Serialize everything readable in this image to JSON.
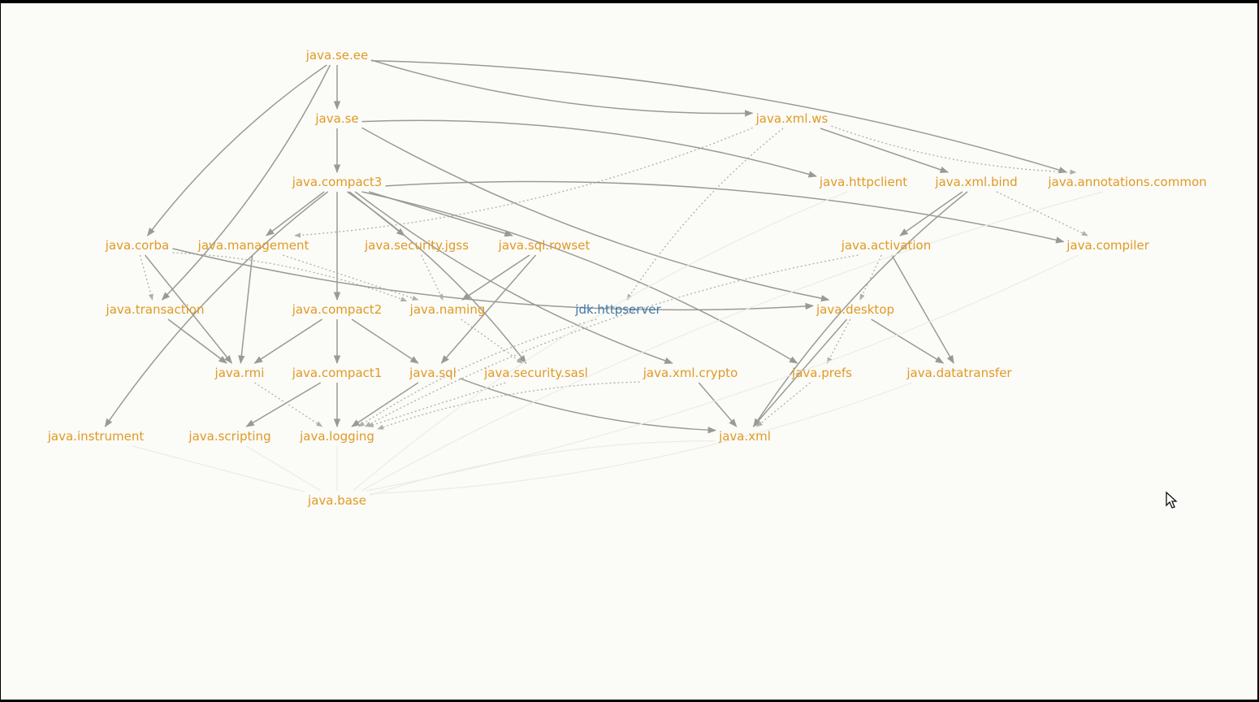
{
  "diagram": {
    "nodes": [
      {
        "id": "java.se.ee",
        "label": "java.se.ee",
        "kind": "java"
      },
      {
        "id": "java.se",
        "label": "java.se",
        "kind": "java"
      },
      {
        "id": "java.xml.ws",
        "label": "java.xml.ws",
        "kind": "java"
      },
      {
        "id": "java.compact3",
        "label": "java.compact3",
        "kind": "java"
      },
      {
        "id": "java.httpclient",
        "label": "java.httpclient",
        "kind": "java"
      },
      {
        "id": "java.xml.bind",
        "label": "java.xml.bind",
        "kind": "java"
      },
      {
        "id": "java.annotations.common",
        "label": "java.annotations.common",
        "kind": "java"
      },
      {
        "id": "java.corba",
        "label": "java.corba",
        "kind": "java"
      },
      {
        "id": "java.management",
        "label": "java.management",
        "kind": "java"
      },
      {
        "id": "java.security.jgss",
        "label": "java.security.jgss",
        "kind": "java"
      },
      {
        "id": "java.sql.rowset",
        "label": "java.sql.rowset",
        "kind": "java"
      },
      {
        "id": "java.activation",
        "label": "java.activation",
        "kind": "java"
      },
      {
        "id": "java.compiler",
        "label": "java.compiler",
        "kind": "java"
      },
      {
        "id": "java.transaction",
        "label": "java.transaction",
        "kind": "java"
      },
      {
        "id": "java.compact2",
        "label": "java.compact2",
        "kind": "java"
      },
      {
        "id": "java.naming",
        "label": "java.naming",
        "kind": "java"
      },
      {
        "id": "jdk.httpserver",
        "label": "jdk.httpserver",
        "kind": "jdk"
      },
      {
        "id": "java.desktop",
        "label": "java.desktop",
        "kind": "java"
      },
      {
        "id": "java.rmi",
        "label": "java.rmi",
        "kind": "java"
      },
      {
        "id": "java.compact1",
        "label": "java.compact1",
        "kind": "java"
      },
      {
        "id": "java.sql",
        "label": "java.sql",
        "kind": "java"
      },
      {
        "id": "java.security.sasl",
        "label": "java.security.sasl",
        "kind": "java"
      },
      {
        "id": "java.xml.crypto",
        "label": "java.xml.crypto",
        "kind": "java"
      },
      {
        "id": "java.prefs",
        "label": "java.prefs",
        "kind": "java"
      },
      {
        "id": "java.datatransfer",
        "label": "java.datatransfer",
        "kind": "java"
      },
      {
        "id": "java.instrument",
        "label": "java.instrument",
        "kind": "java"
      },
      {
        "id": "java.scripting",
        "label": "java.scripting",
        "kind": "java"
      },
      {
        "id": "java.logging",
        "label": "java.logging",
        "kind": "java"
      },
      {
        "id": "java.xml",
        "label": "java.xml",
        "kind": "java"
      },
      {
        "id": "java.base",
        "label": "java.base",
        "kind": "java"
      }
    ],
    "edges": [
      {
        "from": "java.se.ee",
        "to": "java.se",
        "style": "solid"
      },
      {
        "from": "java.se.ee",
        "to": "java.xml.ws",
        "style": "solid"
      },
      {
        "from": "java.se.ee",
        "to": "java.annotations.common",
        "style": "solid"
      },
      {
        "from": "java.se.ee",
        "to": "java.corba",
        "style": "solid"
      },
      {
        "from": "java.se.ee",
        "to": "java.transaction",
        "style": "solid"
      },
      {
        "from": "java.se",
        "to": "java.compact3",
        "style": "solid"
      },
      {
        "from": "java.se",
        "to": "java.httpclient",
        "style": "solid"
      },
      {
        "from": "java.se",
        "to": "java.desktop",
        "style": "solid"
      },
      {
        "from": "java.xml.ws",
        "to": "java.xml.bind",
        "style": "solid"
      },
      {
        "from": "java.xml.ws",
        "to": "java.annotations.common",
        "style": "dotted"
      },
      {
        "from": "java.xml.ws",
        "to": "java.management",
        "style": "dotted"
      },
      {
        "from": "java.xml.ws",
        "to": "jdk.httpserver",
        "style": "dotted"
      },
      {
        "from": "java.compact3",
        "to": "java.management",
        "style": "solid"
      },
      {
        "from": "java.compact3",
        "to": "java.security.jgss",
        "style": "solid"
      },
      {
        "from": "java.compact3",
        "to": "java.sql.rowset",
        "style": "solid"
      },
      {
        "from": "java.compact3",
        "to": "java.compact2",
        "style": "solid"
      },
      {
        "from": "java.compact3",
        "to": "java.compiler",
        "style": "solid"
      },
      {
        "from": "java.compact3",
        "to": "java.instrument",
        "style": "solid"
      },
      {
        "from": "java.compact3",
        "to": "java.prefs",
        "style": "solid"
      },
      {
        "from": "java.compact3",
        "to": "java.xml.crypto",
        "style": "solid"
      },
      {
        "from": "java.compact3",
        "to": "java.security.sasl",
        "style": "solid"
      },
      {
        "from": "java.xml.bind",
        "to": "java.activation",
        "style": "solid"
      },
      {
        "from": "java.xml.bind",
        "to": "java.compiler",
        "style": "dotted"
      },
      {
        "from": "java.xml.bind",
        "to": "java.xml",
        "style": "solid"
      },
      {
        "from": "java.corba",
        "to": "java.transaction",
        "style": "dotted"
      },
      {
        "from": "java.corba",
        "to": "java.rmi",
        "style": "solid"
      },
      {
        "from": "java.corba",
        "to": "java.naming",
        "style": "dotted"
      },
      {
        "from": "java.corba",
        "to": "java.desktop",
        "style": "solid"
      },
      {
        "from": "java.management",
        "to": "java.rmi",
        "style": "solid"
      },
      {
        "from": "java.management",
        "to": "java.naming",
        "style": "dotted"
      },
      {
        "from": "java.security.jgss",
        "to": "java.naming",
        "style": "dotted"
      },
      {
        "from": "java.sql.rowset",
        "to": "java.naming",
        "style": "solid"
      },
      {
        "from": "java.sql.rowset",
        "to": "java.sql",
        "style": "solid"
      },
      {
        "from": "java.activation",
        "to": "java.desktop",
        "style": "dotted"
      },
      {
        "from": "java.activation",
        "to": "java.datatransfer",
        "style": "solid"
      },
      {
        "from": "java.activation",
        "to": "java.logging",
        "style": "dotted"
      },
      {
        "from": "java.transaction",
        "to": "java.rmi",
        "style": "solid"
      },
      {
        "from": "java.compact2",
        "to": "java.rmi",
        "style": "solid"
      },
      {
        "from": "java.compact2",
        "to": "java.compact1",
        "style": "solid"
      },
      {
        "from": "java.compact2",
        "to": "java.sql",
        "style": "solid"
      },
      {
        "from": "java.naming",
        "to": "java.security.sasl",
        "style": "dotted"
      },
      {
        "from": "jdk.httpserver",
        "to": "java.logging",
        "style": "dotted"
      },
      {
        "from": "java.desktop",
        "to": "java.prefs",
        "style": "dotted"
      },
      {
        "from": "java.desktop",
        "to": "java.datatransfer",
        "style": "solid"
      },
      {
        "from": "java.desktop",
        "to": "java.xml",
        "style": "solid"
      },
      {
        "from": "java.rmi",
        "to": "java.logging",
        "style": "dotted"
      },
      {
        "from": "java.compact1",
        "to": "java.scripting",
        "style": "solid"
      },
      {
        "from": "java.compact1",
        "to": "java.logging",
        "style": "solid"
      },
      {
        "from": "java.sql",
        "to": "java.logging",
        "style": "solid"
      },
      {
        "from": "java.sql",
        "to": "java.xml",
        "style": "solid"
      },
      {
        "from": "java.security.sasl",
        "to": "java.logging",
        "style": "dotted"
      },
      {
        "from": "java.xml.crypto",
        "to": "java.logging",
        "style": "dotted"
      },
      {
        "from": "java.xml.crypto",
        "to": "java.xml",
        "style": "solid"
      },
      {
        "from": "java.prefs",
        "to": "java.xml",
        "style": "dotted"
      },
      {
        "from": "java.instrument",
        "to": "java.base",
        "style": "faint"
      },
      {
        "from": "java.scripting",
        "to": "java.base",
        "style": "faint"
      },
      {
        "from": "java.logging",
        "to": "java.base",
        "style": "faint"
      },
      {
        "from": "java.xml",
        "to": "java.base",
        "style": "faint"
      },
      {
        "from": "java.datatransfer",
        "to": "java.base",
        "style": "faint"
      },
      {
        "from": "java.httpclient",
        "to": "java.base",
        "style": "faint"
      },
      {
        "from": "java.compiler",
        "to": "java.base",
        "style": "faint"
      },
      {
        "from": "java.annotations.common",
        "to": "java.base",
        "style": "faint"
      }
    ]
  }
}
